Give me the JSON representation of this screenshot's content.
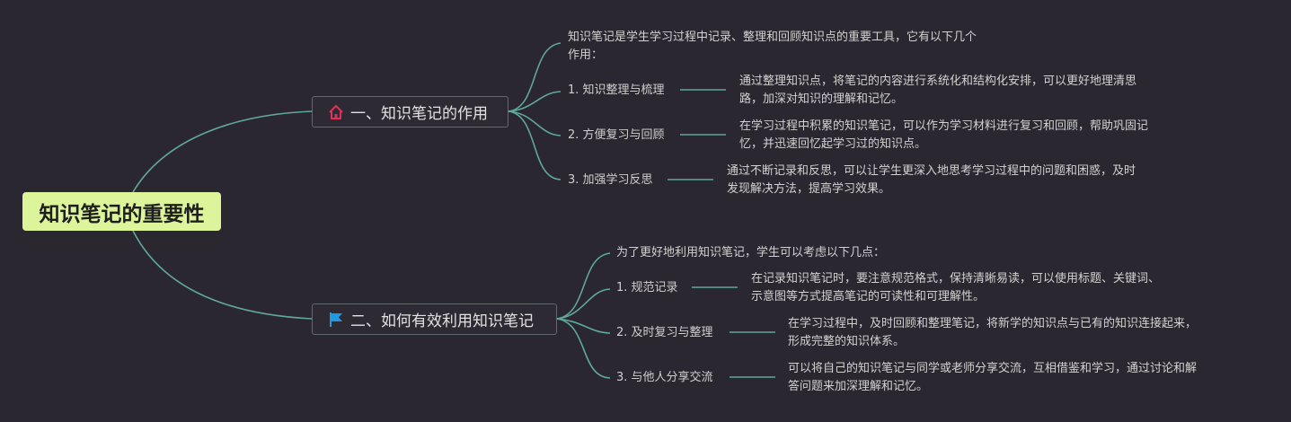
{
  "root": {
    "title": "知识笔记的重要性"
  },
  "branches": [
    {
      "title": "一、知识笔记的作用",
      "icon": "house-icon",
      "intro": [
        "知识笔记是学生学习过程中记录、整理和回顾知识点的重要工具，它有以下几个",
        "作用："
      ],
      "items": [
        {
          "label": "1. 知识整理与梳理",
          "desc": [
            "通过整理知识点，将笔记的内容进行系统化和结构化安排，可以更好地理清思",
            "路，加深对知识的理解和记忆。"
          ]
        },
        {
          "label": "2. 方便复习与回顾",
          "desc": [
            "在学习过程中积累的知识笔记，可以作为学习材料进行复习和回顾，帮助巩固记",
            "忆，并迅速回忆起学习过的知识点。"
          ]
        },
        {
          "label": "3. 加强学习反思",
          "desc": [
            "通过不断记录和反思，可以让学生更深入地思考学习过程中的问题和困惑，及时",
            "发现解决方法，提高学习效果。"
          ]
        }
      ]
    },
    {
      "title": "二、如何有效利用知识笔记",
      "icon": "flag-icon",
      "intro": [
        "为了更好地利用知识笔记，学生可以考虑以下几点："
      ],
      "items": [
        {
          "label": "1. 规范记录",
          "desc": [
            "在记录知识笔记时，要注意规范格式，保持清晰易读，可以使用标题、关键词、",
            "示意图等方式提高笔记的可读性和可理解性。"
          ]
        },
        {
          "label": "2. 及时复习与整理",
          "desc": [
            "在学习过程中，及时回顾和整理笔记，将新学的知识点与已有的知识连接起来，",
            "形成完整的知识体系。"
          ]
        },
        {
          "label": "3. 与他人分享交流",
          "desc": [
            "可以将自己的知识笔记与同学或老师分享交流，互相借鉴和学习，通过讨论和解",
            "答问题来加深理解和记忆。"
          ]
        }
      ]
    }
  ],
  "colors": {
    "background": "#2a2730",
    "root_fill": "#dcf59a",
    "connector": "#5fa89b",
    "house_icon": "#e0305a",
    "flag_icon": "#1e9be0"
  }
}
